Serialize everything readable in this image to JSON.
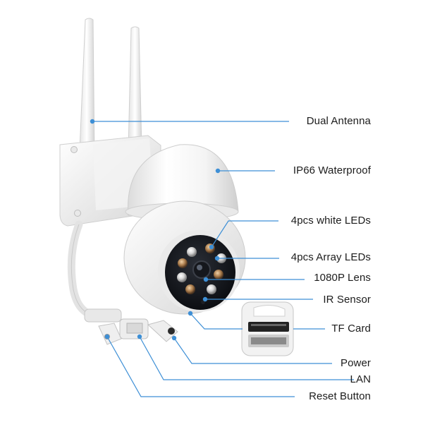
{
  "accent_color": "#3d8fd6",
  "callouts": [
    {
      "id": "dual-antenna",
      "label": "Dual Antenna"
    },
    {
      "id": "ip66-waterproof",
      "label": "IP66 Waterproof"
    },
    {
      "id": "white-leds",
      "label": "4pcs white LEDs"
    },
    {
      "id": "array-leds",
      "label": "4pcs Array LEDs"
    },
    {
      "id": "lens",
      "label": "1080P Lens"
    },
    {
      "id": "ir-sensor",
      "label": "IR Sensor"
    },
    {
      "id": "tf-card",
      "label": "TF Card"
    },
    {
      "id": "power",
      "label": "Power"
    },
    {
      "id": "lan",
      "label": "LAN"
    },
    {
      "id": "reset-button",
      "label": "Reset Button"
    }
  ]
}
